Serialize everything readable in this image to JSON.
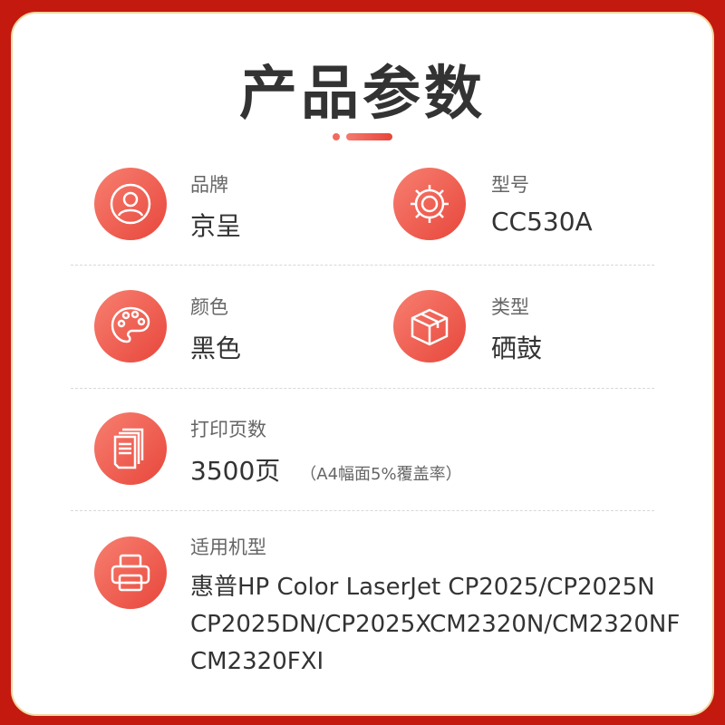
{
  "title": "产品参数",
  "params": [
    {
      "label": "品牌",
      "value": "京呈",
      "icon": "user-icon"
    },
    {
      "label": "型号",
      "value": "CC530A",
      "icon": "gear-icon"
    },
    {
      "label": "颜色",
      "value": "黑色",
      "icon": "palette-icon"
    },
    {
      "label": "类型",
      "value": "硒鼓",
      "icon": "box-icon"
    },
    {
      "label": "打印页数",
      "value": "3500页",
      "note": "（A4幅面5%覆盖率）",
      "icon": "pages-icon"
    },
    {
      "label": "适用机型",
      "lines": [
        "惠普HP Color LaserJet CP2025/CP2025N",
        "CP2025DN/CP2025XCM2320N/CM2320NF",
        "CM2320FXI"
      ],
      "icon": "printer-icon"
    }
  ]
}
